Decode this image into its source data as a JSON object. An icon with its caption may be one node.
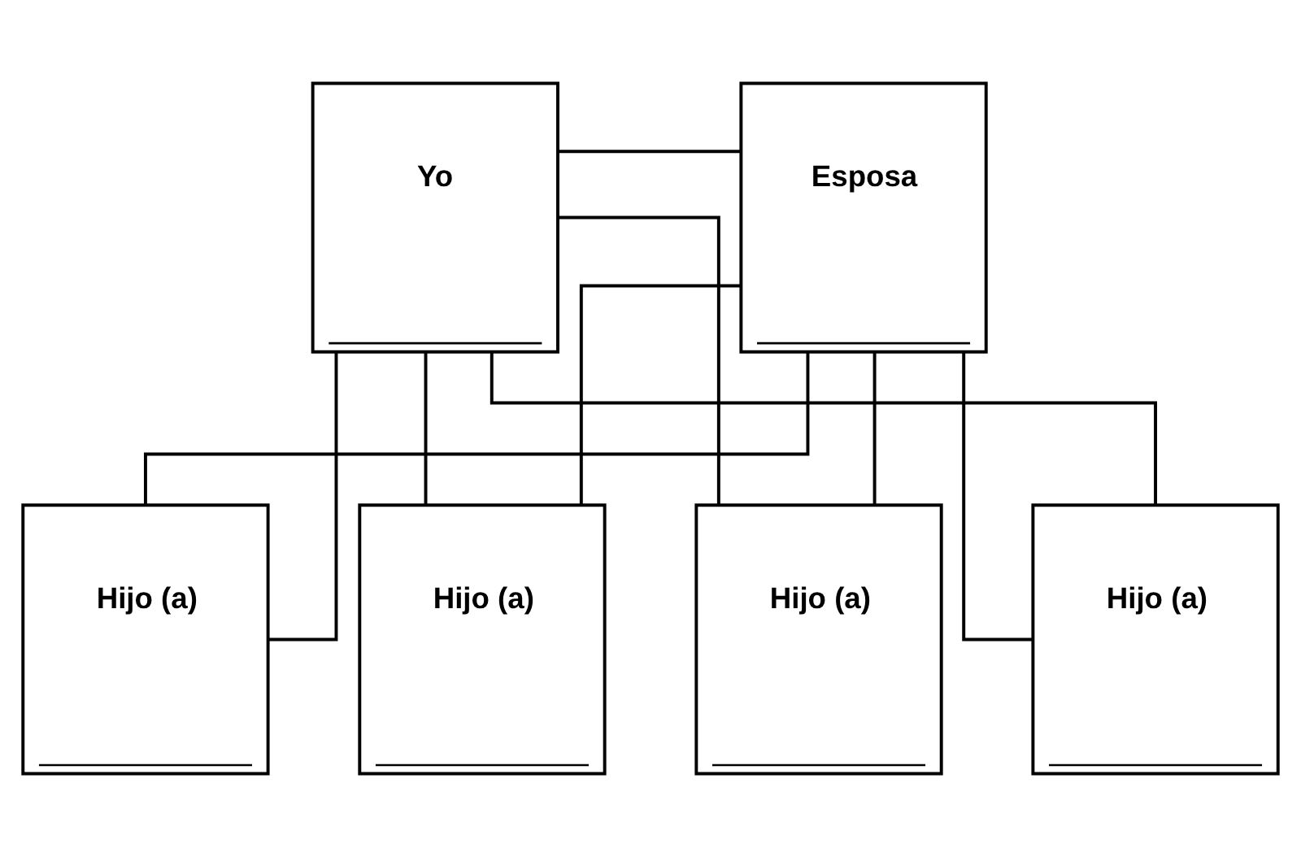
{
  "diagram": {
    "nodes": [
      {
        "text": [
          "Yo"
        ]
      },
      {
        "text": [
          "Esposa"
        ]
      },
      {
        "text": [
          "Hijo (a)"
        ]
      },
      {
        "text": [
          "Hijo (a)"
        ]
      },
      {
        "text": [
          "Hijo (a)"
        ]
      },
      {
        "text": [
          "Hijo (a)"
        ]
      }
    ],
    "edges": [
      {
        "from": 0,
        "to": 1,
        "arrow": "none"
      },
      {
        "from": 0,
        "to": 2,
        "arrow": "none"
      },
      {
        "from": 1,
        "to": 2,
        "arrow": "none"
      },
      {
        "from": 0,
        "to": 3,
        "arrow": "none"
      },
      {
        "from": 1,
        "to": 3,
        "arrow": "none"
      },
      {
        "from": 0,
        "to": 4,
        "arrow": "none"
      },
      {
        "from": 1,
        "to": 4,
        "arrow": "none"
      },
      {
        "from": 0,
        "to": 5,
        "arrow": "none"
      },
      {
        "from": 1,
        "to": 5,
        "arrow": "none"
      }
    ]
  }
}
